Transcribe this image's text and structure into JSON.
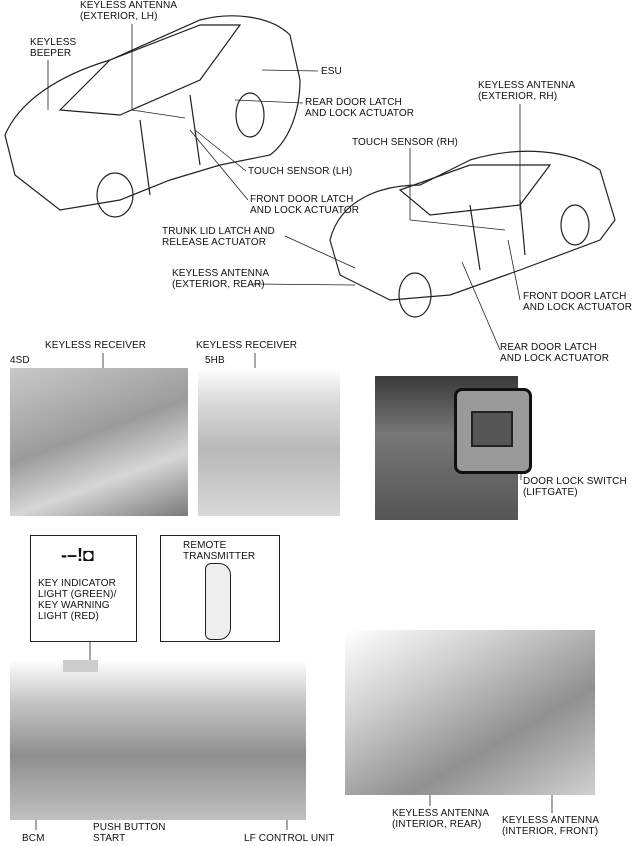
{
  "title": "Keyless entry system component location",
  "labels": {
    "keyless_antenna_ext_lh": "KEYLESS ANTENNA\n(EXTERIOR, LH)",
    "keyless_beeper": "KEYLESS\nBEEPER",
    "esu": "ESU",
    "rear_door_latch_lh": "REAR DOOR LATCH\nAND LOCK ACTUATOR",
    "keyless_antenna_ext_rh": "KEYLESS ANTENNA\n(EXTERIOR, RH)",
    "touch_sensor_rh": "TOUCH SENSOR (RH)",
    "touch_sensor_lh": "TOUCH SENSOR (LH)",
    "front_door_latch_lh": "FRONT DOOR LATCH\nAND LOCK ACTUATOR",
    "trunk_lid_latch": "TRUNK LID LATCH AND\nRELEASE ACTUATOR",
    "keyless_antenna_ext_rear": "KEYLESS ANTENNA\n(EXTERIOR, REAR)",
    "front_door_latch_rh": "FRONT DOOR LATCH\nAND LOCK ACTUATOR",
    "rear_door_latch_rh": "REAR DOOR LATCH\nAND LOCK ACTUATOR",
    "keyless_receiver_4sd": "KEYLESS RECEIVER",
    "keyless_receiver_5hb": "KEYLESS RECEIVER",
    "variant_4sd": "4SD",
    "variant_5hb": "5HB",
    "door_lock_switch": "DOOR LOCK SWITCH\n(LIFTGATE)",
    "key_indicator": "KEY INDICATOR\nLIGHT (GREEN)/\nKEY WARNING\nLIGHT (RED)",
    "remote_transmitter": "REMOTE\nTRANSMITTER",
    "bcm": "BCM",
    "push_button_start": "PUSH BUTTON\nSTART",
    "lf_control_unit": "LF CONTROL UNIT",
    "keyless_antenna_int_rear": "KEYLESS ANTENNA\n(INTERIOR, REAR)",
    "keyless_antenna_int_front": "KEYLESS ANTENNA\n(INTERIOR, FRONT)"
  }
}
